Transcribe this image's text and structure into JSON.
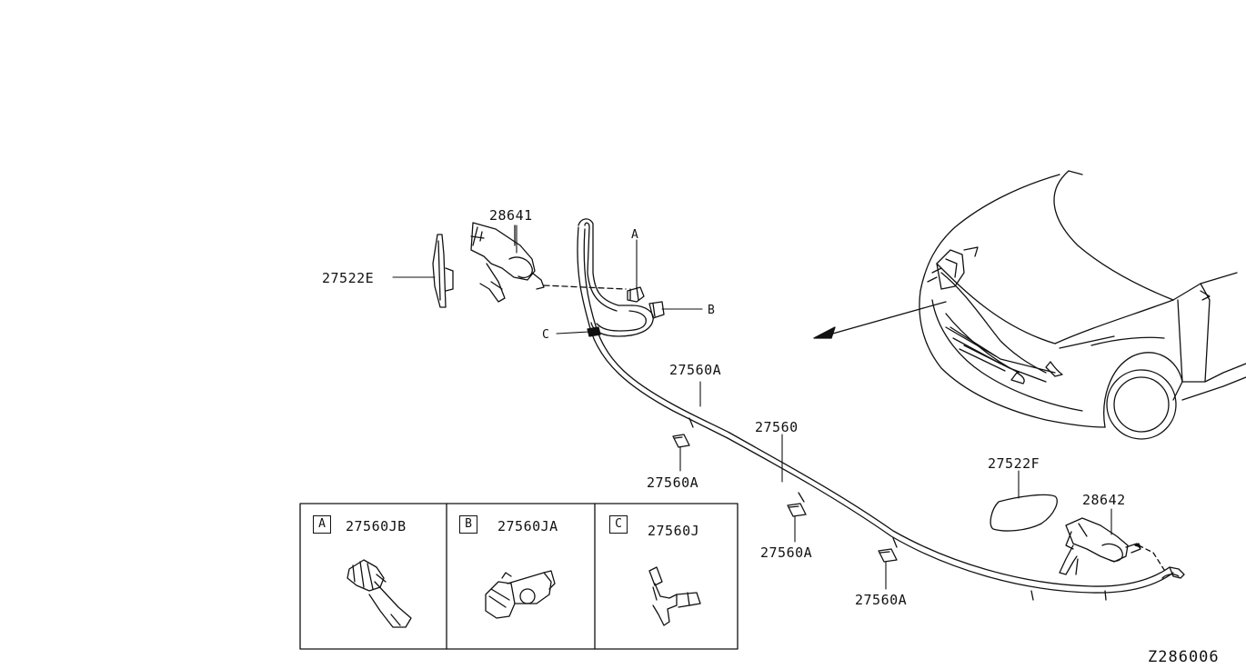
{
  "diagram": {
    "reference_code": "Z286006",
    "parts": {
      "p28641": "28641",
      "p27522E": "27522E",
      "p27560A_top": "27560A",
      "p27560": "27560",
      "p27560A_mid": "27560A",
      "p27560A_lower": "27560A",
      "p27560A_bottom": "27560A",
      "p27522F": "27522F",
      "p28642": "28642"
    },
    "callouts": {
      "a": "A",
      "b": "B",
      "c": "C"
    },
    "detail_panels": [
      {
        "tag": "A",
        "part": "27560JB"
      },
      {
        "tag": "B",
        "part": "27560JA"
      },
      {
        "tag": "C",
        "part": "27560J"
      }
    ]
  }
}
